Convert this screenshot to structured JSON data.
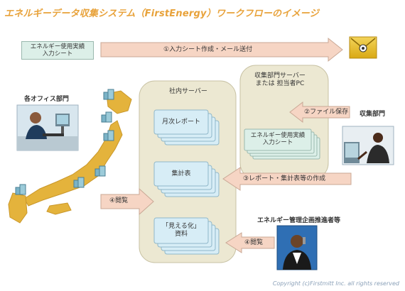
{
  "title": "エネルギーデータ収集システム（FirstEnergy）ワークフローのイメージ",
  "entry_sheet": "エネルギー使用実績\n入力シート",
  "arrow_top": "①入力シート作成・メール送付",
  "office_label": "各オフィス部門",
  "collection_server": "収集部門サーバー\nまたは 担当者PC",
  "collection_sheet": "エネルギー使用実績\n入力シート",
  "internal_server": "社内サーバー",
  "monthly_report": "月次レポート",
  "summary_table": "集計表",
  "visual_docs": "「見える化」\n資料",
  "arrow_file_save": "②ファイル保存",
  "arrow_report_create": "③レポート・集計表等の作成",
  "arrow_view_left": "④閲覧",
  "arrow_view_bottom": "④閲覧",
  "collection_dept": "収集部門",
  "manager_label": "エネルギー管理企画推進者等",
  "copyright": "Copyright (c)Firstmitt Inc. all rights reserved",
  "colors": {
    "title": "#e8a23a",
    "arrow_fill": "#f6d5c4",
    "arrow_stroke": "#c9a895",
    "server_fill": "#ece8d2",
    "doc_fill": "#d7edf6",
    "doc_stroke": "#8fb7c9",
    "japan": "#e4b33c",
    "envelope": "#e9bf2b"
  }
}
